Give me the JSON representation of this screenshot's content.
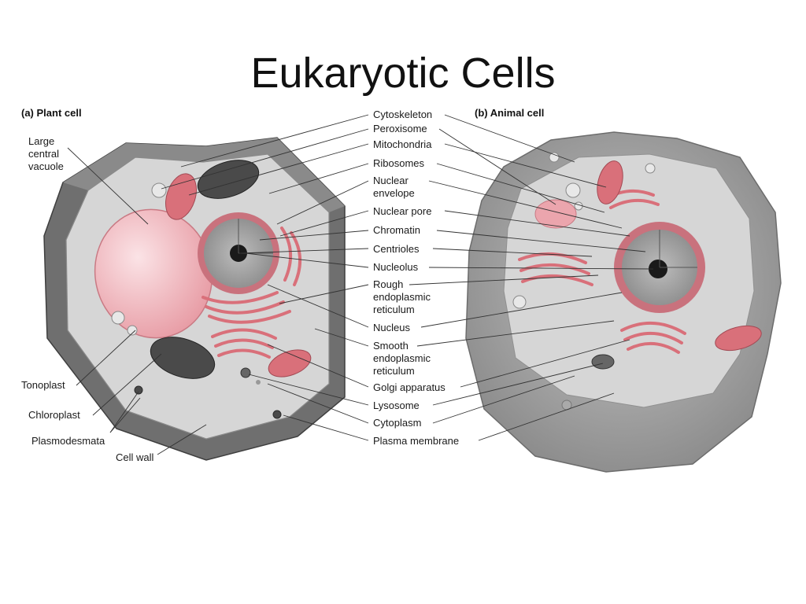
{
  "slide": {
    "title": "Eukaryotic Cells"
  },
  "panels": {
    "plant": "(a) Plant cell",
    "animal": "(b) Animal cell"
  },
  "left_labels": {
    "large_central_vacuole": [
      "Large",
      "central",
      "vacuole"
    ],
    "tonoplast": "Tonoplast",
    "chloroplast": "Chloroplast",
    "plasmodesmata": "Plasmodesmata",
    "cell_wall": "Cell wall"
  },
  "center_labels": [
    {
      "id": "cytoskeleton",
      "lines": [
        "Cytoskeleton"
      ]
    },
    {
      "id": "peroxisome",
      "lines": [
        "Peroxisome"
      ]
    },
    {
      "id": "mitochondria",
      "lines": [
        "Mitochondria"
      ]
    },
    {
      "id": "ribosomes",
      "lines": [
        "Ribosomes"
      ]
    },
    {
      "id": "nuclear-envelope",
      "lines": [
        "Nuclear",
        "envelope"
      ]
    },
    {
      "id": "nuclear-pore",
      "lines": [
        "Nuclear pore"
      ]
    },
    {
      "id": "chromatin",
      "lines": [
        "Chromatin"
      ]
    },
    {
      "id": "centrioles",
      "lines": [
        "Centrioles"
      ]
    },
    {
      "id": "nucleolus",
      "lines": [
        "Nucleolus"
      ]
    },
    {
      "id": "rough-er",
      "lines": [
        "Rough",
        "endoplasmic",
        "reticulum"
      ]
    },
    {
      "id": "nucleus",
      "lines": [
        "Nucleus"
      ]
    },
    {
      "id": "smooth-er",
      "lines": [
        "Smooth",
        "endoplasmic",
        "reticulum"
      ]
    },
    {
      "id": "golgi-apparatus",
      "lines": [
        "Golgi apparatus"
      ]
    },
    {
      "id": "lysosome",
      "lines": [
        "Lysosome"
      ]
    },
    {
      "id": "cytoplasm",
      "lines": [
        "Cytoplasm"
      ]
    },
    {
      "id": "plasma-membrane",
      "lines": [
        "Plasma membrane"
      ]
    }
  ],
  "colors": {
    "cell_wall": "#6f6f6f",
    "cytoplasm": "#d6d6d6",
    "vacuole": "#f2b9bf",
    "organelle_pink": "#d9707a",
    "chloroplast": "#4a4a4a",
    "nucleus": "#9a9a9a",
    "nucleolus": "#1a1a1a"
  }
}
